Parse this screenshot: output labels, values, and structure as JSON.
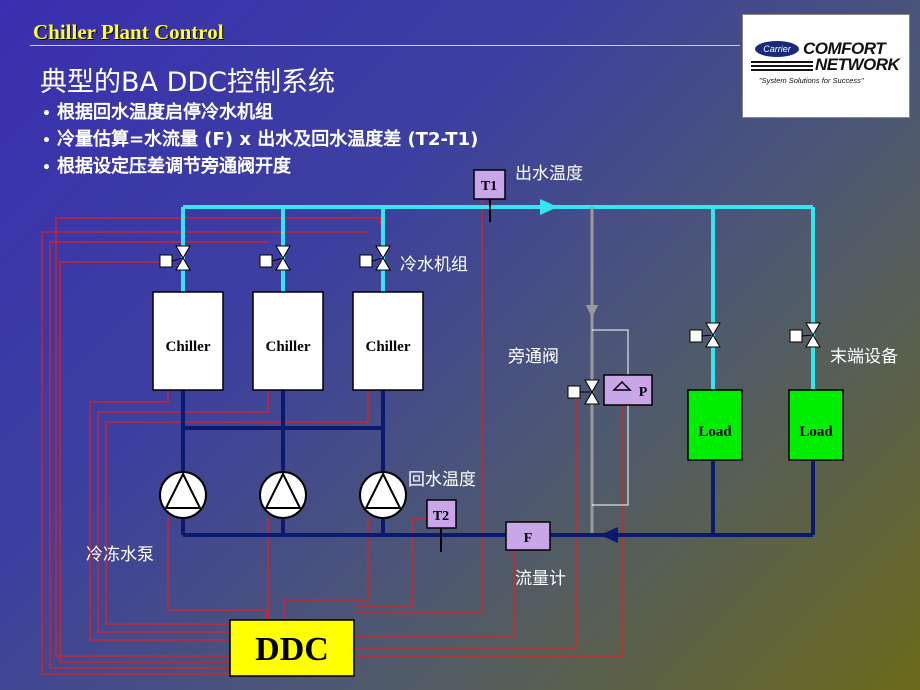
{
  "header": {
    "title": "Chiller Plant Control"
  },
  "logo": {
    "carrier": "Carrier",
    "line1": "COMFORT",
    "line2": "NETWORK",
    "tagline": "\"System Solutions for Success\""
  },
  "main": {
    "title": "典型的BA DDC控制系统",
    "bullets": [
      "根据回水温度启停冷水机组",
      "冷量估算=水流量 (F) x 出水及回水温度差 (T2-T1)",
      "根据设定压差调节旁通阀开度"
    ]
  },
  "diagram": {
    "chillers": [
      "Chiller",
      "Chiller",
      "Chiller"
    ],
    "loads": [
      "Load",
      "Load"
    ],
    "sensor_t1": "T1",
    "sensor_t2": "T2",
    "flow_meter": "F",
    "dp_sensor": "P",
    "controller": "DDC",
    "labels": {
      "supply_temp": "出水温度",
      "chiller_group": "冷水机组",
      "bypass_valve": "旁通阀",
      "terminal_equipment": "末端设备",
      "return_temp": "回水温度",
      "chilled_water_pump": "冷冻水泵",
      "flow_meter": "流量计"
    }
  },
  "colors": {
    "supply_pipe": "#33e6f2",
    "return_pipe": "#0a1a6e",
    "bypass_pipe": "#9a9a9a",
    "signal_wire": "#e02020",
    "load_fill": "#00ee00",
    "sensor_fill": "#c9a6e8",
    "ddc_fill": "#ffff00",
    "header_text": "#ffff33"
  }
}
